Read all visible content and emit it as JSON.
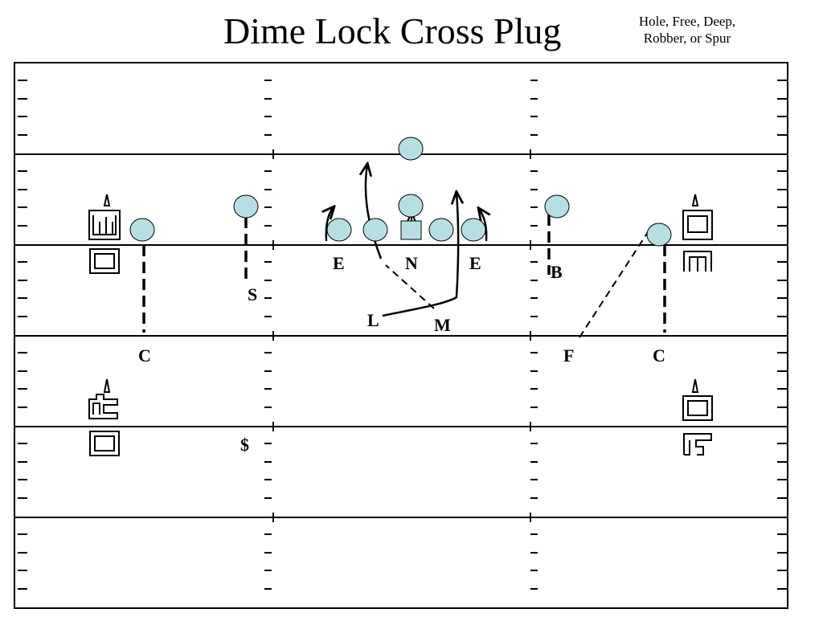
{
  "title": "Dime Lock Cross Plug",
  "subtitle_line1": "Hole, Free, Deep,",
  "subtitle_line2": "Robber, or Spur",
  "colors": {
    "player_fill": "#b7dfe3",
    "ink": "#000000",
    "background": "#ffffff"
  },
  "labels": {
    "c_left": "C",
    "s_left": "S",
    "dollar": "$",
    "e_left": "E",
    "n": "N",
    "e_right": "E",
    "l": "L",
    "m": "M",
    "b": "B",
    "f": "F",
    "c_right": "C"
  },
  "icons": {
    "receiver_icon": "receiver-formation-icon",
    "tackle_icon": "lineman-symbol-icon"
  }
}
